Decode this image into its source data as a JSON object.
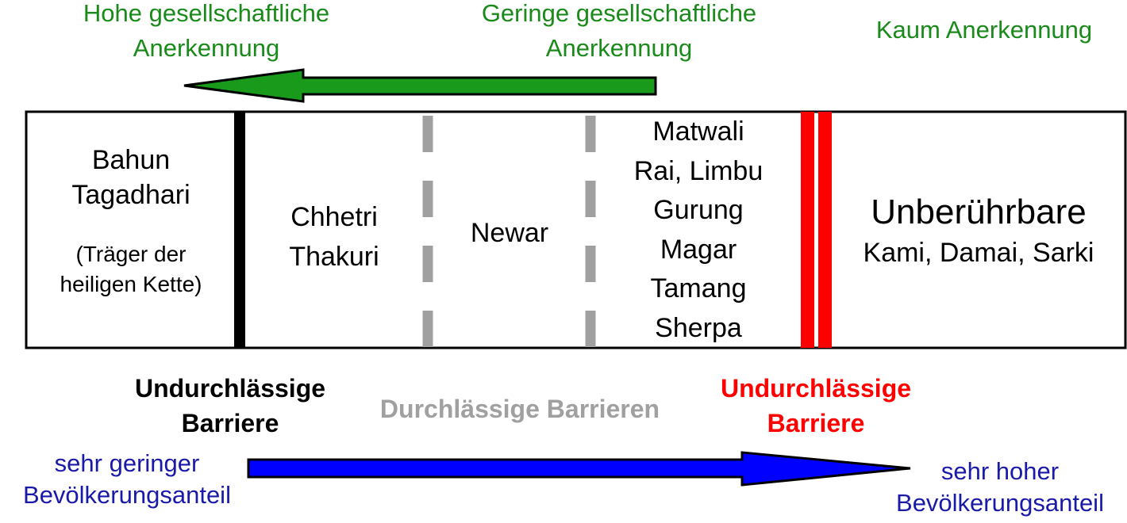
{
  "top": {
    "high_recognition": "Hohe gesellschaftliche Anerkennung",
    "high_line1": "Hohe gesellschaftliche",
    "high_line2": "Anerkennung",
    "low_line1": "Geringe gesellschaftliche",
    "low_line2": "Anerkennung",
    "none": "Kaum Anerkennung"
  },
  "groups": {
    "bahun_line1": "Bahun",
    "bahun_line2": "Tagadhari",
    "bahun_note_line1": "(Träger der",
    "bahun_note_line2": "heiligen Kette)",
    "chhetri_line1": "Chhetri",
    "chhetri_line2": "Thakuri",
    "newar": "Newar",
    "matwali": [
      "Matwali",
      "Rai, Limbu",
      "Gurung",
      "Magar",
      "Tamang",
      "Sherpa"
    ],
    "untouchable_title": "Unberührbare",
    "untouchable_sub": "Kami, Damai, Sarki"
  },
  "barriers": {
    "impermeable_black_line1": "Undurchlässige",
    "impermeable_black_line2": "Barriere",
    "permeable": "Durchlässige Barrieren",
    "impermeable_red_line1": "Undurchlässige",
    "impermeable_red_line2": "Barriere"
  },
  "bottom": {
    "low_line1": "sehr geringer",
    "low_line2": "Bevölkerungsanteil",
    "high_line1": "sehr hoher",
    "high_line2": "Bevölkerungsanteil"
  },
  "colors": {
    "green_arrow": "#1a9a1a",
    "blue_arrow": "#0000ff",
    "black_barrier": "#000000",
    "grey_barrier": "#a0a0a0",
    "red_barrier": "#ff0000"
  }
}
